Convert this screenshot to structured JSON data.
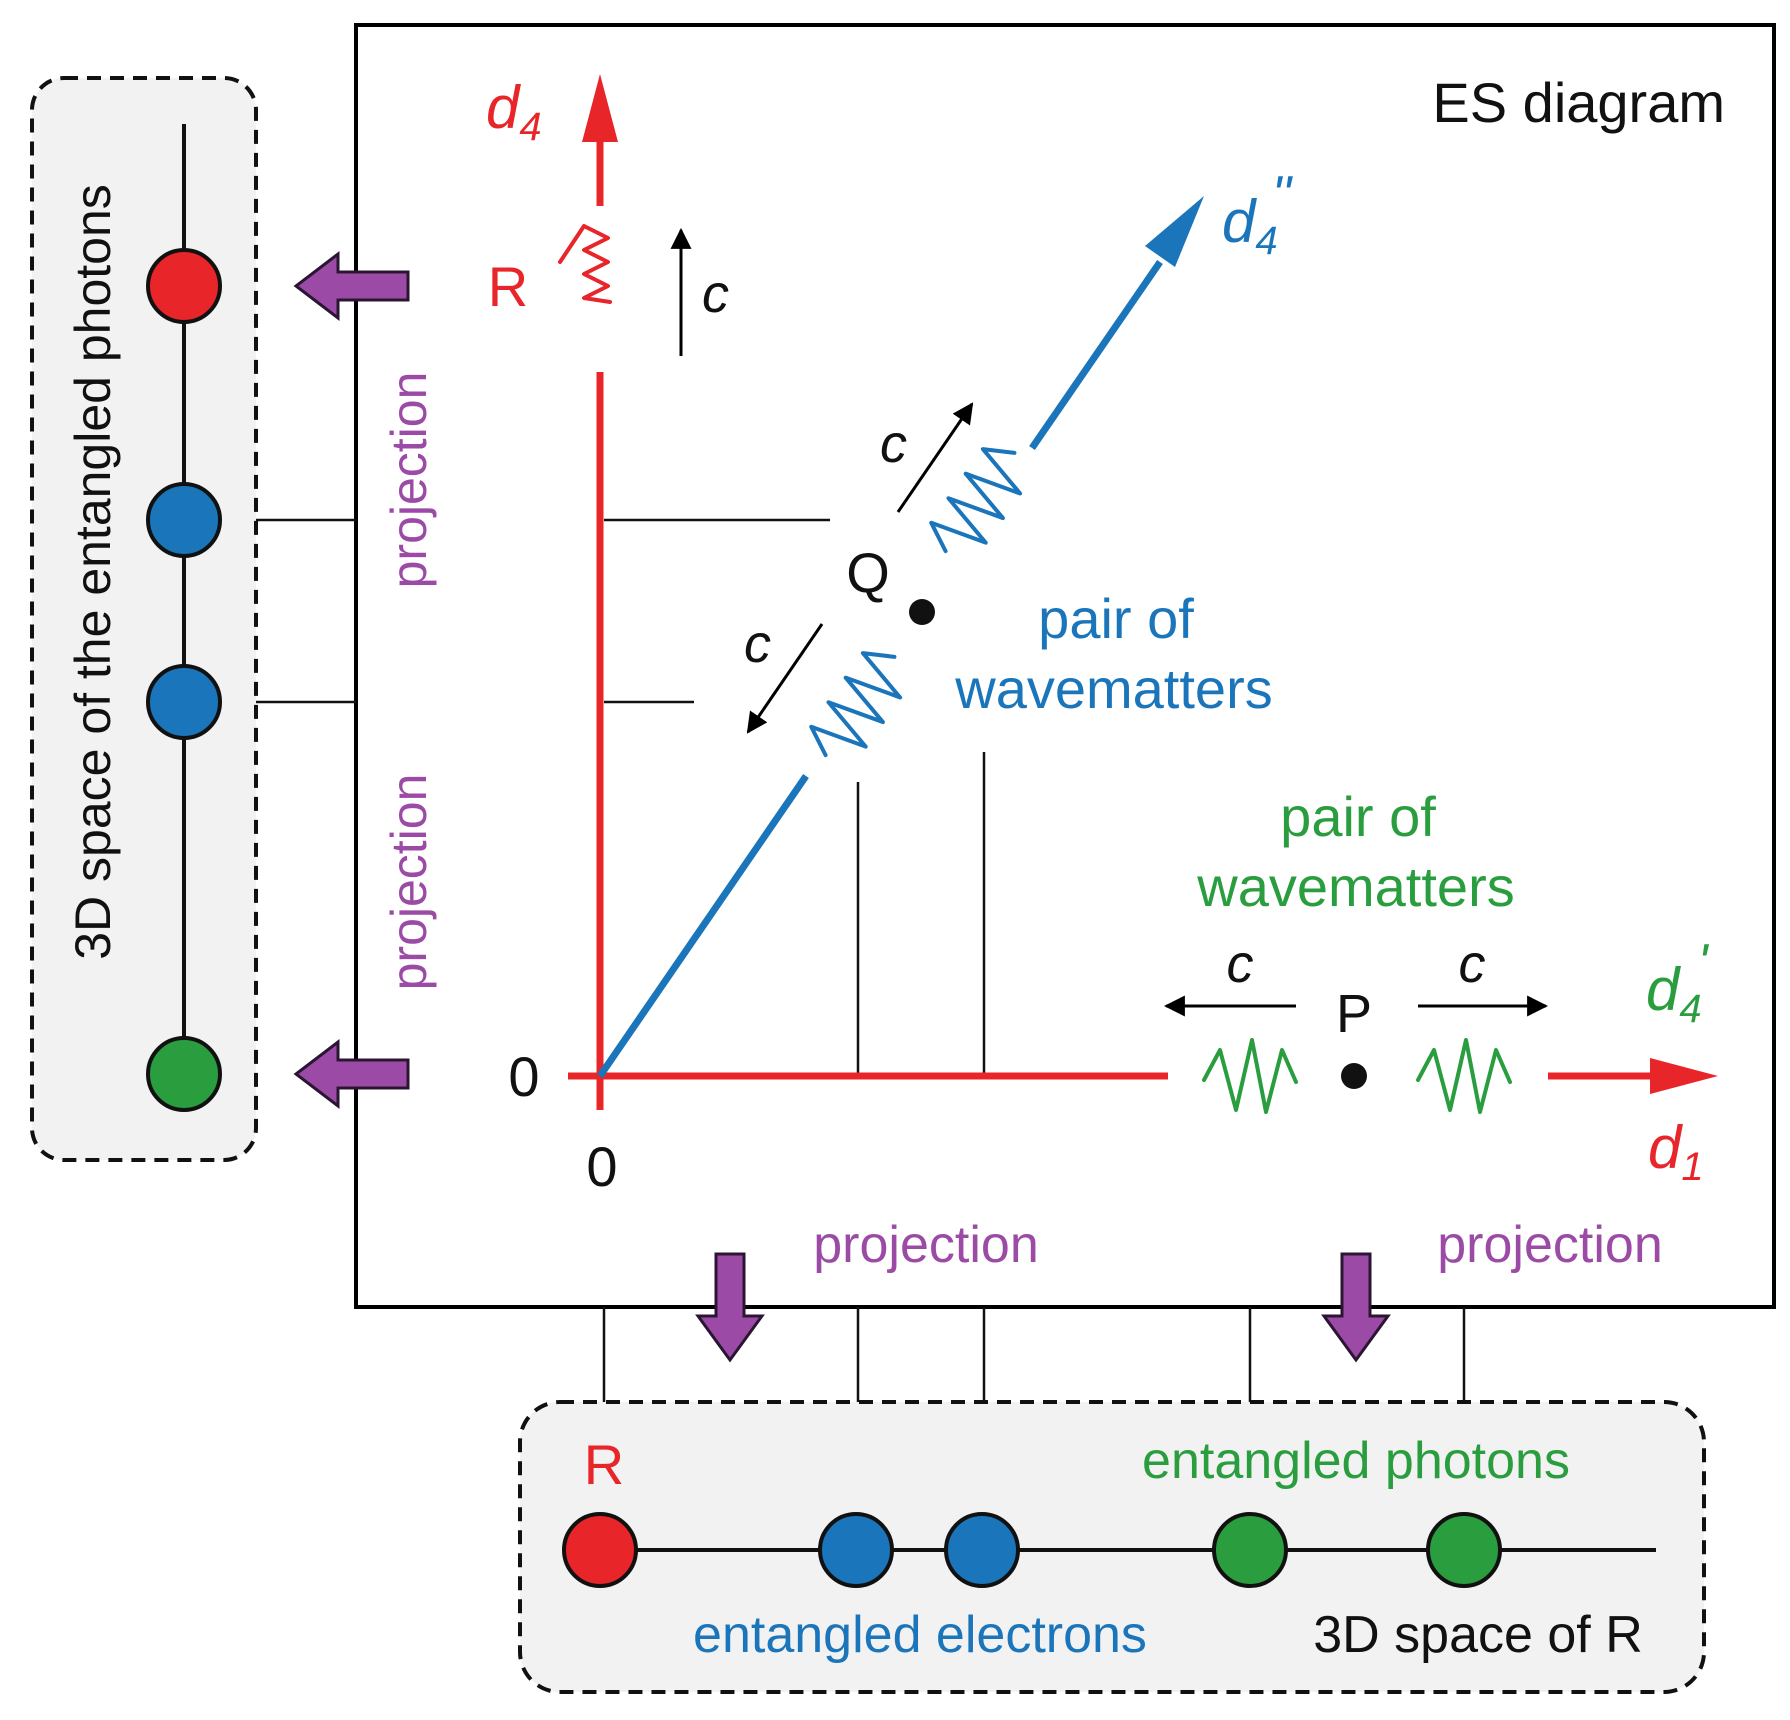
{
  "diagram": {
    "title": "ES diagram",
    "axes": {
      "d4": {
        "base": "d",
        "sub": "4"
      },
      "d4_prime": {
        "base": "d",
        "sub": "4",
        "prime": "'"
      },
      "d4_double_prime": {
        "base": "d",
        "sub": "4",
        "prime": "''"
      },
      "d1": {
        "base": "d",
        "sub": "1"
      },
      "origin_x": "0",
      "origin_y": "0"
    },
    "points": {
      "R": "R",
      "Q": "Q",
      "P": "P"
    },
    "speed_label": "c",
    "labels": {
      "pair_blue_1": "pair of",
      "pair_blue_2": "wavematters",
      "pair_green_1": "pair of",
      "pair_green_2": "wavematters",
      "projection": "projection"
    },
    "left_box": {
      "title": "3D space of the entangled photons"
    },
    "bottom_box": {
      "R": "R",
      "entangled_photons": "entangled photons",
      "entangled_electrons": "entangled electrons",
      "space_of_R": "3D space of R"
    },
    "colors": {
      "red": "#e8262a",
      "blue": "#1b75bb",
      "green": "#2a9d3f",
      "purple": "#9b4aa6",
      "box_fill": "#f2f2f2"
    }
  }
}
